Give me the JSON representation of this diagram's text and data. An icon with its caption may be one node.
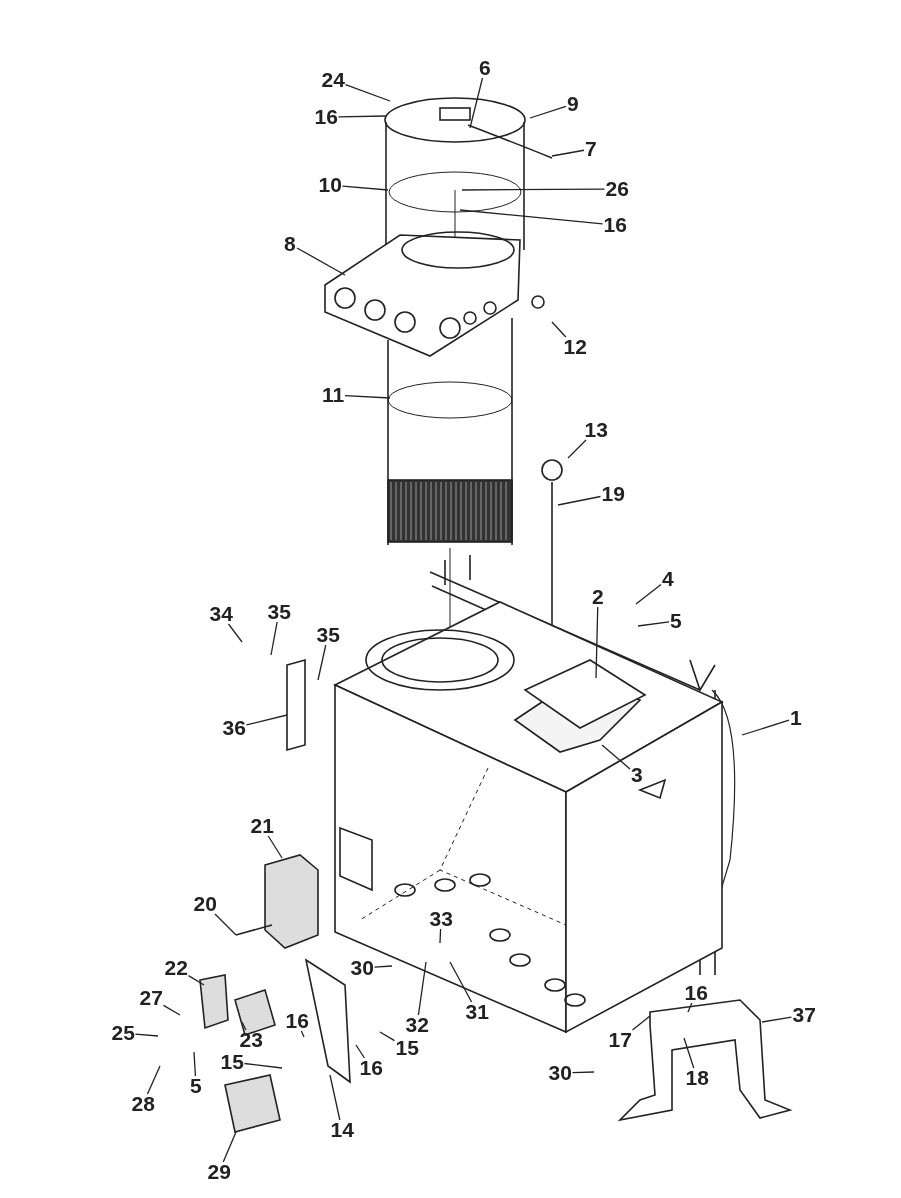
{
  "diagram": {
    "nodes": [
      {
        "text": [
          "6"
        ]
      },
      {
        "text": [
          "24"
        ]
      },
      {
        "text": [
          "9"
        ]
      },
      {
        "text": [
          "16"
        ]
      },
      {
        "text": [
          "7"
        ]
      },
      {
        "text": [
          "10"
        ]
      },
      {
        "text": [
          "26"
        ]
      },
      {
        "text": [
          "16"
        ]
      },
      {
        "text": [
          "8"
        ]
      },
      {
        "text": [
          "12"
        ]
      },
      {
        "text": [
          "11"
        ]
      },
      {
        "text": [
          "13"
        ]
      },
      {
        "text": [
          "19"
        ]
      },
      {
        "text": [
          "4"
        ]
      },
      {
        "text": [
          "2"
        ]
      },
      {
        "text": [
          "34"
        ]
      },
      {
        "text": [
          "35"
        ]
      },
      {
        "text": [
          "5"
        ]
      },
      {
        "text": [
          "35"
        ]
      },
      {
        "text": [
          "1"
        ]
      },
      {
        "text": [
          "36"
        ]
      },
      {
        "text": [
          "3"
        ]
      },
      {
        "text": [
          "21"
        ]
      },
      {
        "text": [
          "20"
        ]
      },
      {
        "text": [
          "33"
        ]
      },
      {
        "text": [
          "30"
        ]
      },
      {
        "text": [
          "22"
        ]
      },
      {
        "text": [
          "16"
        ]
      },
      {
        "text": [
          "27"
        ]
      },
      {
        "text": [
          "37"
        ]
      },
      {
        "text": [
          "31"
        ]
      },
      {
        "text": [
          "32"
        ]
      },
      {
        "text": [
          "16"
        ]
      },
      {
        "text": [
          "25"
        ]
      },
      {
        "text": [
          "15"
        ]
      },
      {
        "text": [
          "23"
        ]
      },
      {
        "text": [
          "17"
        ]
      },
      {
        "text": [
          "15"
        ]
      },
      {
        "text": [
          "16"
        ]
      },
      {
        "text": [
          "18"
        ]
      },
      {
        "text": [
          "30"
        ]
      },
      {
        "text": [
          "5"
        ]
      },
      {
        "text": [
          "28"
        ]
      },
      {
        "text": [
          "14"
        ]
      },
      {
        "text": [
          "29"
        ]
      }
    ],
    "edges": [
      {
        "from": 0,
        "to": null,
        "arrow": "none"
      },
      {
        "from": 1,
        "to": null,
        "arrow": "none"
      },
      {
        "from": 2,
        "to": null,
        "arrow": "none"
      },
      {
        "from": 3,
        "to": null,
        "arrow": "none"
      },
      {
        "from": 4,
        "to": null,
        "arrow": "none"
      },
      {
        "from": 5,
        "to": null,
        "arrow": "none"
      },
      {
        "from": 6,
        "to": null,
        "arrow": "none"
      },
      {
        "from": 7,
        "to": null,
        "arrow": "none"
      },
      {
        "from": 8,
        "to": null,
        "arrow": "none"
      },
      {
        "from": 9,
        "to": null,
        "arrow": "none"
      },
      {
        "from": 10,
        "to": null,
        "arrow": "none"
      },
      {
        "from": 11,
        "to": null,
        "arrow": "none"
      },
      {
        "from": 12,
        "to": null,
        "arrow": "none"
      },
      {
        "from": 13,
        "to": null,
        "arrow": "none"
      },
      {
        "from": 14,
        "to": null,
        "arrow": "none"
      },
      {
        "from": 15,
        "to": null,
        "arrow": "none"
      },
      {
        "from": 16,
        "to": null,
        "arrow": "none"
      },
      {
        "from": 17,
        "to": null,
        "arrow": "none"
      },
      {
        "from": 18,
        "to": null,
        "arrow": "none"
      },
      {
        "from": 19,
        "to": null,
        "arrow": "none"
      },
      {
        "from": 20,
        "to": null,
        "arrow": "none"
      },
      {
        "from": 21,
        "to": null,
        "arrow": "none"
      },
      {
        "from": 22,
        "to": null,
        "arrow": "none"
      },
      {
        "from": 23,
        "to": null,
        "arrow": "none"
      },
      {
        "from": 24,
        "to": null,
        "arrow": "none"
      },
      {
        "from": 25,
        "to": null,
        "arrow": "none"
      },
      {
        "from": 26,
        "to": null,
        "arrow": "none"
      },
      {
        "from": 27,
        "to": null,
        "arrow": "none"
      },
      {
        "from": 28,
        "to": null,
        "arrow": "none"
      },
      {
        "from": 29,
        "to": null,
        "arrow": "none"
      },
      {
        "from": 30,
        "to": null,
        "arrow": "none"
      },
      {
        "from": 31,
        "to": null,
        "arrow": "none"
      },
      {
        "from": 32,
        "to": null,
        "arrow": "none"
      },
      {
        "from": 33,
        "to": null,
        "arrow": "none"
      },
      {
        "from": 34,
        "to": null,
        "arrow": "none"
      },
      {
        "from": 35,
        "to": null,
        "arrow": "none"
      },
      {
        "from": 36,
        "to": null,
        "arrow": "none"
      },
      {
        "from": 37,
        "to": null,
        "arrow": "none"
      },
      {
        "from": 38,
        "to": null,
        "arrow": "none"
      },
      {
        "from": 39,
        "to": null,
        "arrow": "none"
      },
      {
        "from": 40,
        "to": null,
        "arrow": "none"
      },
      {
        "from": 41,
        "to": null,
        "arrow": "none"
      },
      {
        "from": 42,
        "to": null,
        "arrow": "none"
      },
      {
        "from": 43,
        "to": null,
        "arrow": "none"
      },
      {
        "from": 44,
        "to": null,
        "arrow": "none"
      }
    ]
  }
}
